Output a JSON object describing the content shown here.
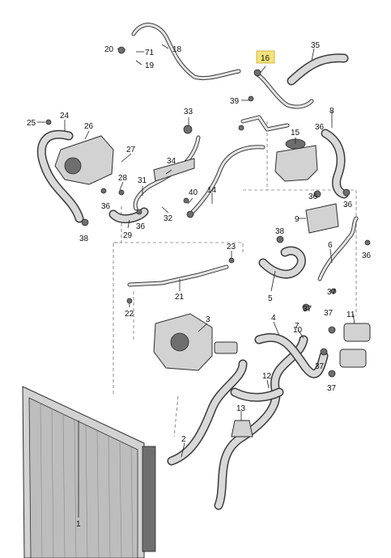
{
  "callouts": {
    "c1": "1",
    "c2": "2",
    "c3": "3",
    "c4": "4",
    "c5": "5",
    "c6": "6",
    "c7": "7",
    "c8": "8",
    "c9": "9",
    "c10": "10",
    "c11": "11",
    "c12": "12",
    "c13": "13",
    "c14": "14",
    "c15": "15",
    "c16": "16",
    "c18": "18",
    "c19": "19",
    "c20": "20",
    "c21": "21",
    "c22": "22",
    "c23": "23",
    "c24": "24",
    "c25": "25",
    "c26": "26",
    "c27": "27",
    "c28": "28",
    "c29": "29",
    "c31": "31",
    "c32": "32",
    "c33": "33",
    "c34": "34",
    "c35": "35",
    "c36a": "36",
    "c36b": "36",
    "c36c": "36",
    "c36d": "36",
    "c36e": "36",
    "c36f": "36",
    "c37a": "37",
    "c37b": "37",
    "c37c": "37",
    "c37d": "37",
    "c37e": "37",
    "c38a": "38",
    "c38b": "38",
    "c39": "39",
    "c40": "40",
    "c71": "71"
  },
  "colors": {
    "highlight": "#f4e27a",
    "hose": "#3b3b3b",
    "part_fill": "#d2d2d2"
  },
  "highlighted_callout": "16"
}
